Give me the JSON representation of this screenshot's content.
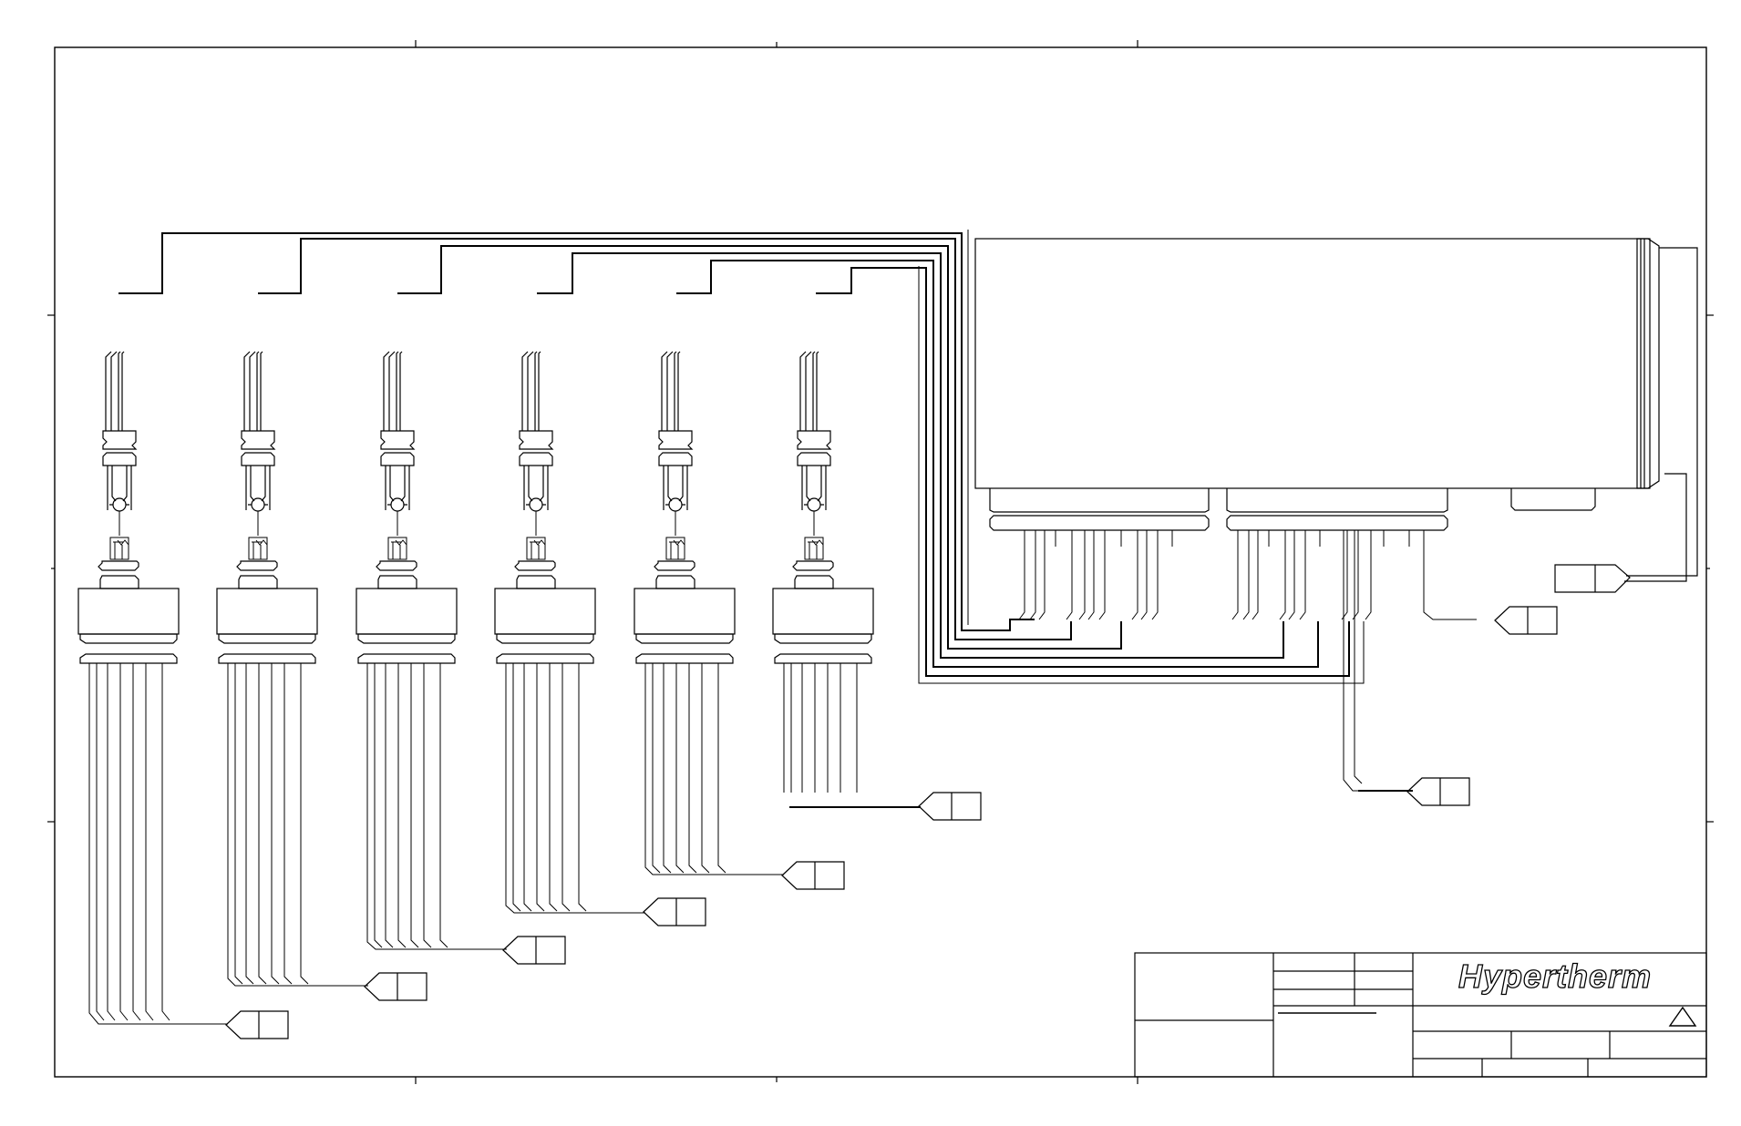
{
  "title_block": {
    "brand": "Hypertherm",
    "revision_icon": "triangle-revision-icon"
  },
  "diagram": {
    "channels": 6,
    "wires_per_channel": 7,
    "controller_connectors": 3
  },
  "colors": {
    "ink": "#000000",
    "paper": "#ffffff"
  }
}
